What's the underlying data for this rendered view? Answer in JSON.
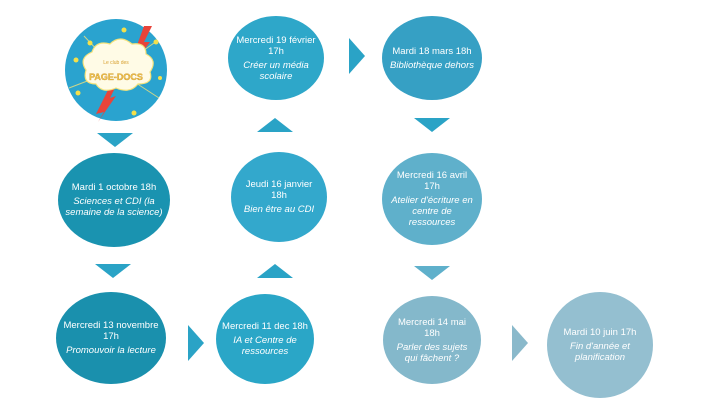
{
  "logo": {
    "text_top": "Le club des",
    "text_main": "PAGE-DOCS"
  },
  "colors": {
    "dark": "#1a93b0",
    "mid": "#2aa6c7",
    "light": "#5fb0cb",
    "pale": "#84b8cb",
    "palest": "#94bfd0"
  },
  "events": [
    {
      "date": "Mardi 1 octobre 18h",
      "topic": "Sciences et CDI (la semaine de la science)"
    },
    {
      "date": "Mercredi 13 novembre 17h",
      "topic": "Promouvoir la lecture"
    },
    {
      "date": "Mercredi 11 dec 18h",
      "topic": "IA et Centre de ressources"
    },
    {
      "date": "Jeudi 16 janvier 18h",
      "topic": "Bien être au CDI"
    },
    {
      "date": "Mercredi 19 février 17h",
      "topic": "Créer un média scolaire"
    },
    {
      "date": "Mardi 18 mars 18h",
      "topic": "Bibliothèque dehors"
    },
    {
      "date": "Mercredi 16 avril 17h",
      "topic": "Atelier d'écriture en centre de ressources"
    },
    {
      "date": "Mercredi 14 mai 18h",
      "topic": "Parler des sujets qui fâchent ?"
    },
    {
      "date": "Mardi 10 juin 17h",
      "topic": "Fin d'année et planification"
    }
  ]
}
